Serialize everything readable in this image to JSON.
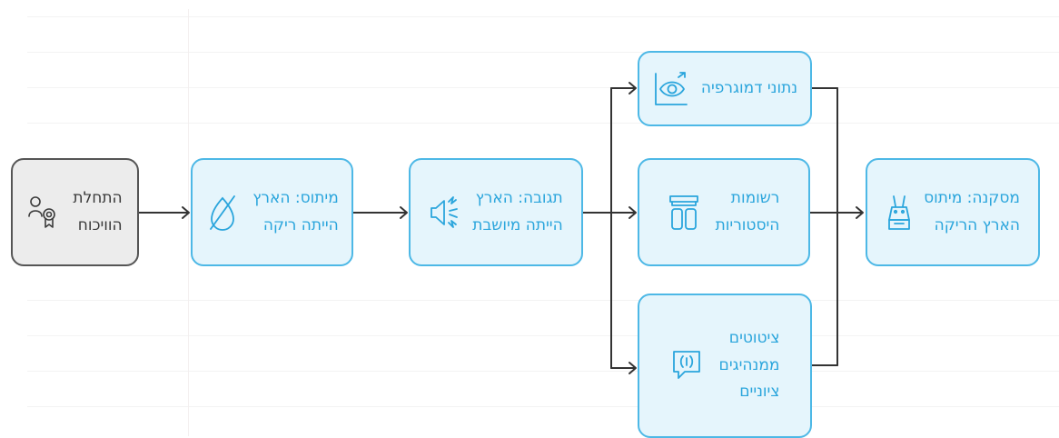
{
  "colors": {
    "node_fill": "#e5f5fc",
    "node_border": "#4db8e6",
    "node_text": "#2aa5dc",
    "start_fill": "#ececec",
    "start_border": "#555555",
    "start_text": "#3a3a3a",
    "connector": "#333333"
  },
  "nodes": {
    "start": {
      "lines": [
        "התחלת",
        "הוויכוח"
      ],
      "icon": "certified-person-icon"
    },
    "myth": {
      "lines": [
        "מיתוס: הארץ",
        "הייתה ריקה"
      ],
      "icon": "empty-set-icon"
    },
    "response": {
      "lines": [
        "תגובה: הארץ",
        "הייתה מיושבת"
      ],
      "icon": "megaphone-icon"
    },
    "demographics": {
      "lines": [
        "נתוני דמוגרפיה"
      ],
      "icon": "eye-chart-icon"
    },
    "records": {
      "lines": [
        "רשומות",
        "היסטוריות"
      ],
      "icon": "archive-columns-icon"
    },
    "quotes": {
      "lines": [
        "ציטוטים",
        "ממנהיגים",
        "ציוניים"
      ],
      "icon": "speech-bubble-icon"
    },
    "conclusion": {
      "lines": [
        "מסקנה: מיתוס",
        "הארץ הריקה"
      ],
      "icon": "donkey-icon"
    }
  }
}
